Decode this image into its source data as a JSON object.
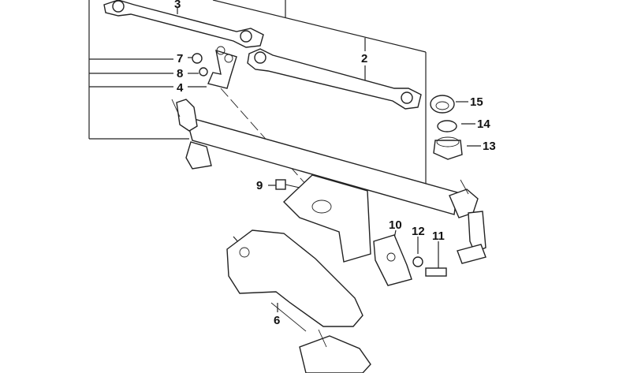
{
  "diagram": {
    "labels": {
      "p2": "2",
      "p3": "3",
      "p4": "4",
      "p6": "6",
      "p7": "7",
      "p8": "8",
      "p9": "9",
      "p10": "10",
      "p11": "11",
      "p12": "12",
      "p13": "13",
      "p14": "14",
      "p15": "15"
    }
  }
}
